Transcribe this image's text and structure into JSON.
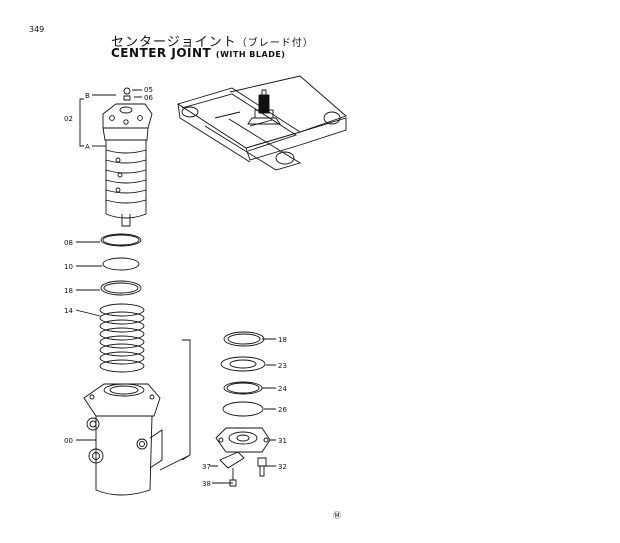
{
  "page_number": "349",
  "title_jp": "センタージョイント",
  "title_jp_note": "（ブレード付）",
  "title_en": "CENTER JOINT",
  "title_en_note": "(WITH BLADE)",
  "mark": "Ⓜ",
  "callouts": {
    "c05": "05",
    "c06": "06",
    "c02": "02",
    "cB": "B",
    "cA": "A",
    "c08": "08",
    "c10": "10",
    "c18": "18",
    "c14": "14",
    "c00": "00",
    "r18": "18",
    "r23": "23",
    "r24": "24",
    "r26": "26",
    "r31": "31",
    "r32": "32",
    "r37": "37",
    "r38": "38"
  }
}
